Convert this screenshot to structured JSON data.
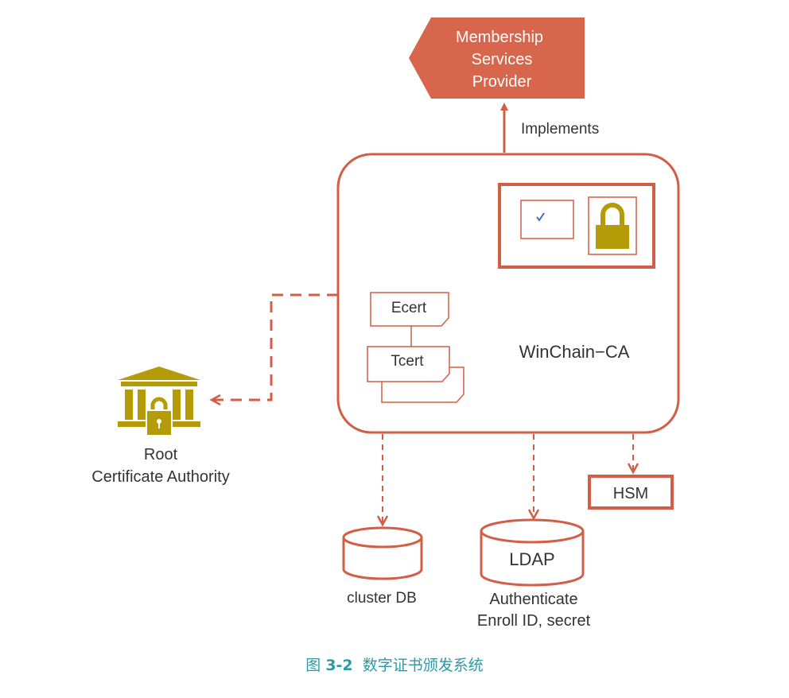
{
  "colors": {
    "accent": "#d35d45",
    "accent_fill": "#d8664c",
    "lock": "#b39c08",
    "text": "#333333",
    "caption": "#2a9aa8",
    "check": "#3a6fc4"
  },
  "msp": {
    "line1": "Membership",
    "line2": "Services",
    "line3": "Provider"
  },
  "implements_label": "Implements",
  "ca": {
    "name": "WinChain−CA",
    "ecert": "Ecert",
    "tcert": "Tcert",
    "check_icon": "checkmark-icon",
    "lock_icon": "padlock-icon"
  },
  "root_ca": {
    "line1": "Root",
    "line2": "Certificate Authority",
    "icon": "bank-lock-icon"
  },
  "hsm": "HSM",
  "cluster_db": "cluster DB",
  "ldap": {
    "label": "LDAP",
    "line1": "Authenticate",
    "line2": "Enroll ID, secret"
  },
  "caption": {
    "prefix": "图 ",
    "number": "3-2",
    "title": "  数字证书颁发系统"
  }
}
